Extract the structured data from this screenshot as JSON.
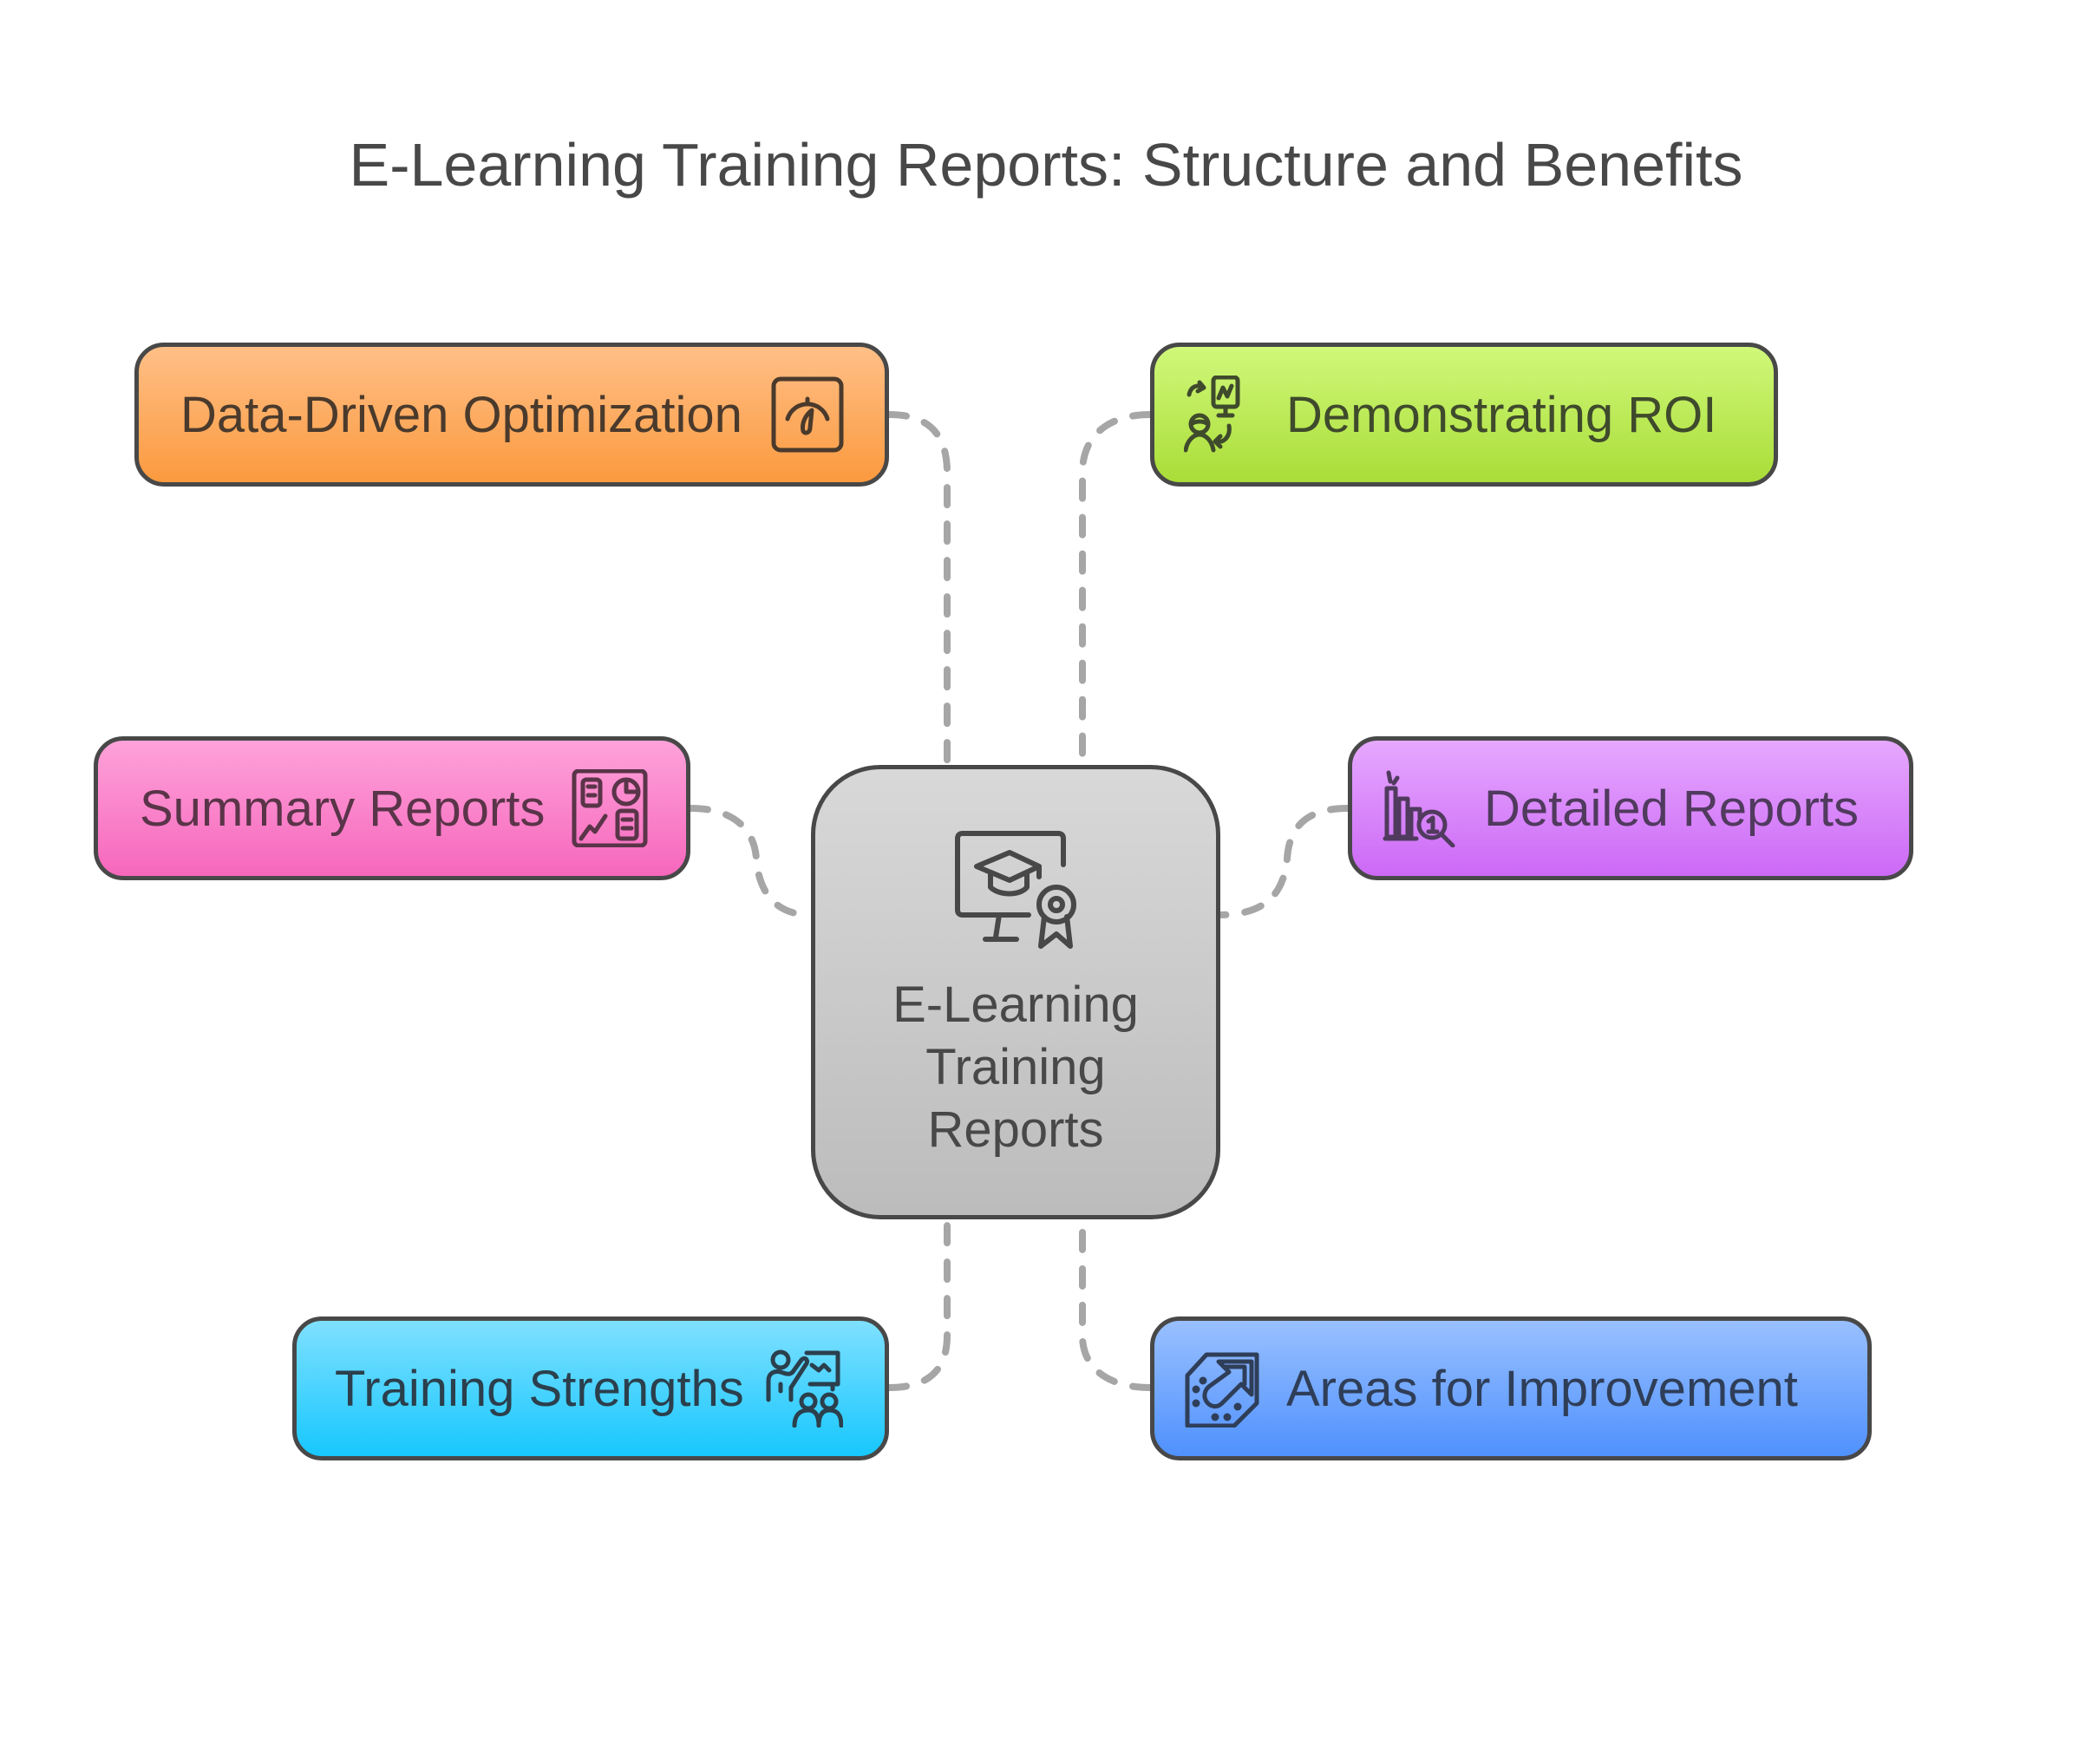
{
  "title": "E-Learning Training Reports: Structure and Benefits",
  "center": {
    "label_lines": [
      "E-Learning",
      "Training",
      "Reports"
    ],
    "icon": "elearning-certificate-icon",
    "color_top": "#d8d8d8",
    "color_bottom": "#bcbcbc"
  },
  "nodes": [
    {
      "id": "data-driven-optimization",
      "label": "Data-Driven Optimization",
      "icon": "gauge-icon",
      "color": "#fb9a3f",
      "side": "top-left"
    },
    {
      "id": "demonstrating-roi",
      "label": "Demonstrating ROI",
      "icon": "presenter-roi-icon",
      "color": "#a9dd38",
      "side": "top-right"
    },
    {
      "id": "summary-reports",
      "label": "Summary Reports",
      "icon": "dashboard-icon",
      "color": "#f667bc",
      "side": "middle-left"
    },
    {
      "id": "detailed-reports",
      "label": "Detailed Reports",
      "icon": "bar-chart-magnifier-icon",
      "color": "#cc69f6",
      "side": "middle-right"
    },
    {
      "id": "training-strengths",
      "label": "Training Strengths",
      "icon": "trainer-audience-icon",
      "color": "#17c7fd",
      "side": "bottom-left"
    },
    {
      "id": "areas-for-improvement",
      "label": "Areas for Improvement",
      "icon": "growth-arrow-icon",
      "color": "#4f91fd",
      "side": "bottom-right"
    }
  ],
  "connector_color": "#a6a6a6",
  "outline_color": "#484848"
}
